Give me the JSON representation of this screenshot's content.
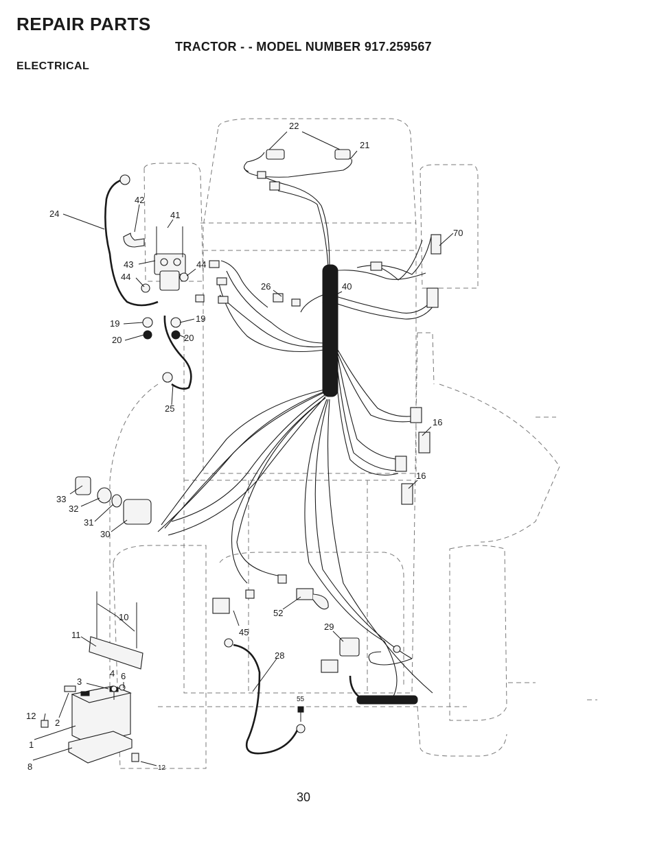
{
  "header": {
    "title": "REPAIR PARTS",
    "model_line": "TRACTOR - - MODEL NUMBER 917.259567",
    "section": "ELECTRICAL"
  },
  "callouts": {
    "c1": "1",
    "c2": "2",
    "c3": "3",
    "c4": "4",
    "c6": "6",
    "c8": "8",
    "c10": "10",
    "c11": "11",
    "c12a": "12",
    "c12b": "12",
    "c16a": "16",
    "c16b": "16",
    "c19a": "19",
    "c19b": "19",
    "c20a": "20",
    "c20b": "20",
    "c21": "21",
    "c22": "22",
    "c24": "24",
    "c25": "25",
    "c26": "26",
    "c28": "28",
    "c29": "29",
    "c30": "30",
    "c31": "31",
    "c32": "32",
    "c33": "33",
    "c40": "40",
    "c41": "41",
    "c42": "42",
    "c43": "43",
    "c44a": "44",
    "c44b": "44",
    "c45": "45",
    "c52": "52",
    "c55": "55",
    "c70": "70"
  },
  "footer": {
    "page_number": "30"
  }
}
